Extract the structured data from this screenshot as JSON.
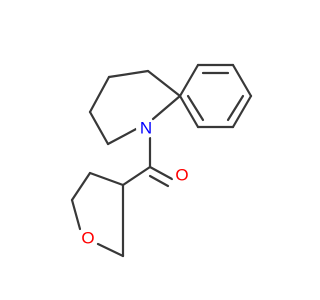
{
  "molecule": {
    "atoms": [
      {
        "id": "N1",
        "symbol": "N",
        "color": "#0000ff"
      },
      {
        "id": "O1",
        "symbol": "O",
        "color": "#ff0000"
      },
      {
        "id": "O2",
        "symbol": "O",
        "color": "#ff0000"
      }
    ],
    "bond_color": "#383838",
    "background": "#ffffff"
  }
}
